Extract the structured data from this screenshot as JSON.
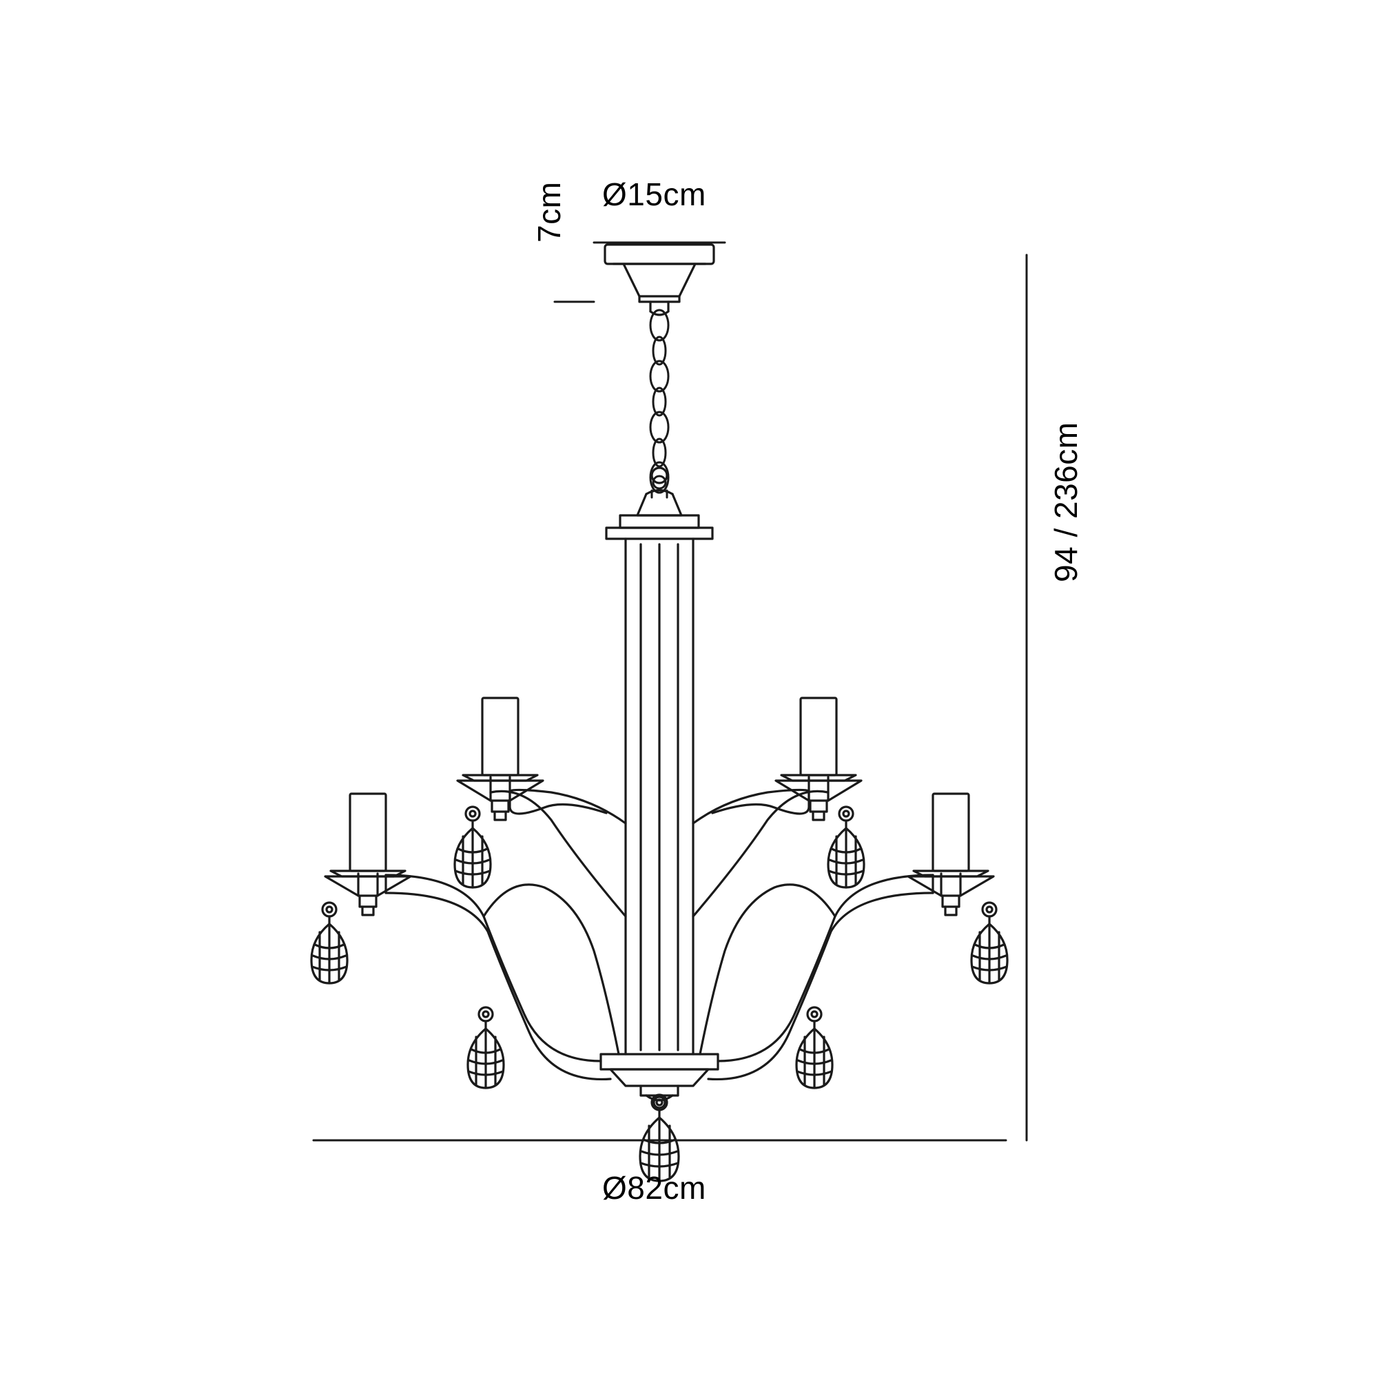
{
  "diagram": {
    "type": "technical-dimension-drawing",
    "subject": "8-light chandelier with chain suspension, candle sleeves and teardrop crystal drops",
    "line_color": "#1a1a1a",
    "background_color": "#ffffff",
    "dimensions": {
      "top_diameter": "Ø15cm",
      "canopy_height": "7cm",
      "total_height": "94 / 236cm",
      "bottom_diameter": "Ø82cm"
    }
  }
}
